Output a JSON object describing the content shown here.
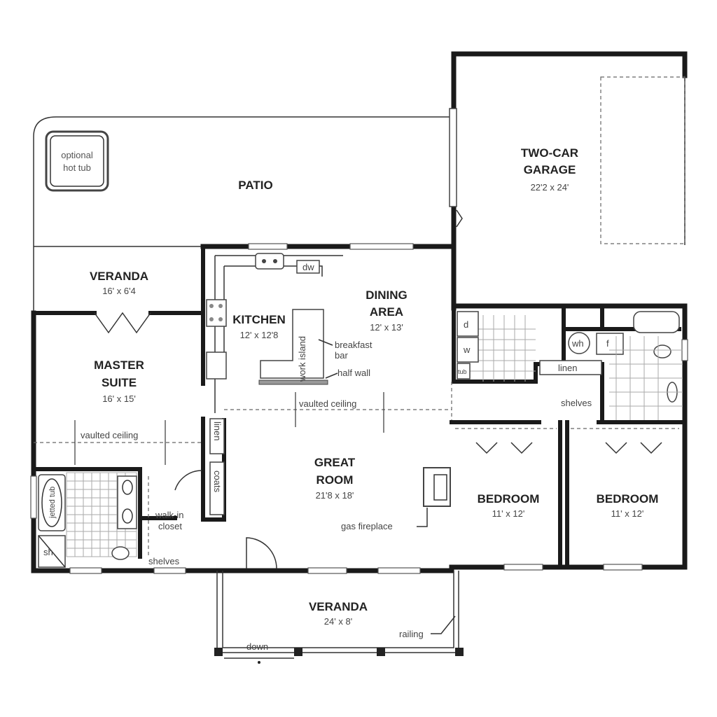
{
  "rooms": {
    "patio": {
      "name": "PATIO"
    },
    "hot_tub": {
      "line1": "optional",
      "line2": "hot tub"
    },
    "garage": {
      "line1": "TWO-CAR",
      "line2": "GARAGE",
      "dim": "22'2 x 24'"
    },
    "veranda_rear": {
      "name": "VERANDA",
      "dim": "16' x 6'4"
    },
    "kitchen": {
      "name": "KITCHEN",
      "dim": "12' x 12'8"
    },
    "dining": {
      "line1": "DINING",
      "line2": "AREA",
      "dim": "12' x 13'"
    },
    "master": {
      "line1": "MASTER",
      "line2": "SUITE",
      "dim": "16' x 15'"
    },
    "great_room": {
      "line1": "GREAT",
      "line2": "ROOM",
      "dim": "21'8 x 18'"
    },
    "bedroom1": {
      "name": "BEDROOM",
      "dim": "11' x 12'"
    },
    "bedroom2": {
      "name": "BEDROOM",
      "dim": "11' x 12'"
    },
    "veranda_front": {
      "name": "VERANDA",
      "dim": "24' x 8'"
    }
  },
  "notes": {
    "dw": "dw",
    "work_island": "work island",
    "breakfast_bar_1": "breakfast",
    "breakfast_bar_2": "bar",
    "half_wall": "half wall",
    "vaulted_kitchen": "vaulted ceiling",
    "vaulted_master": "vaulted ceiling",
    "linen_hall": "linen",
    "coats": "coats",
    "walk_in_1": "walk-in",
    "walk_in_2": "closet",
    "shelves_master": "shelves",
    "jetted_tub": "jetted tub",
    "shower": "sh",
    "gas_fireplace": "gas fireplace",
    "dryer": "d",
    "washer": "w",
    "laundry_tub": "tub",
    "water_heater": "wh",
    "furnace": "f",
    "linen_bath": "linen",
    "shelves_hall": "shelves",
    "railing": "railing",
    "down": "down"
  }
}
